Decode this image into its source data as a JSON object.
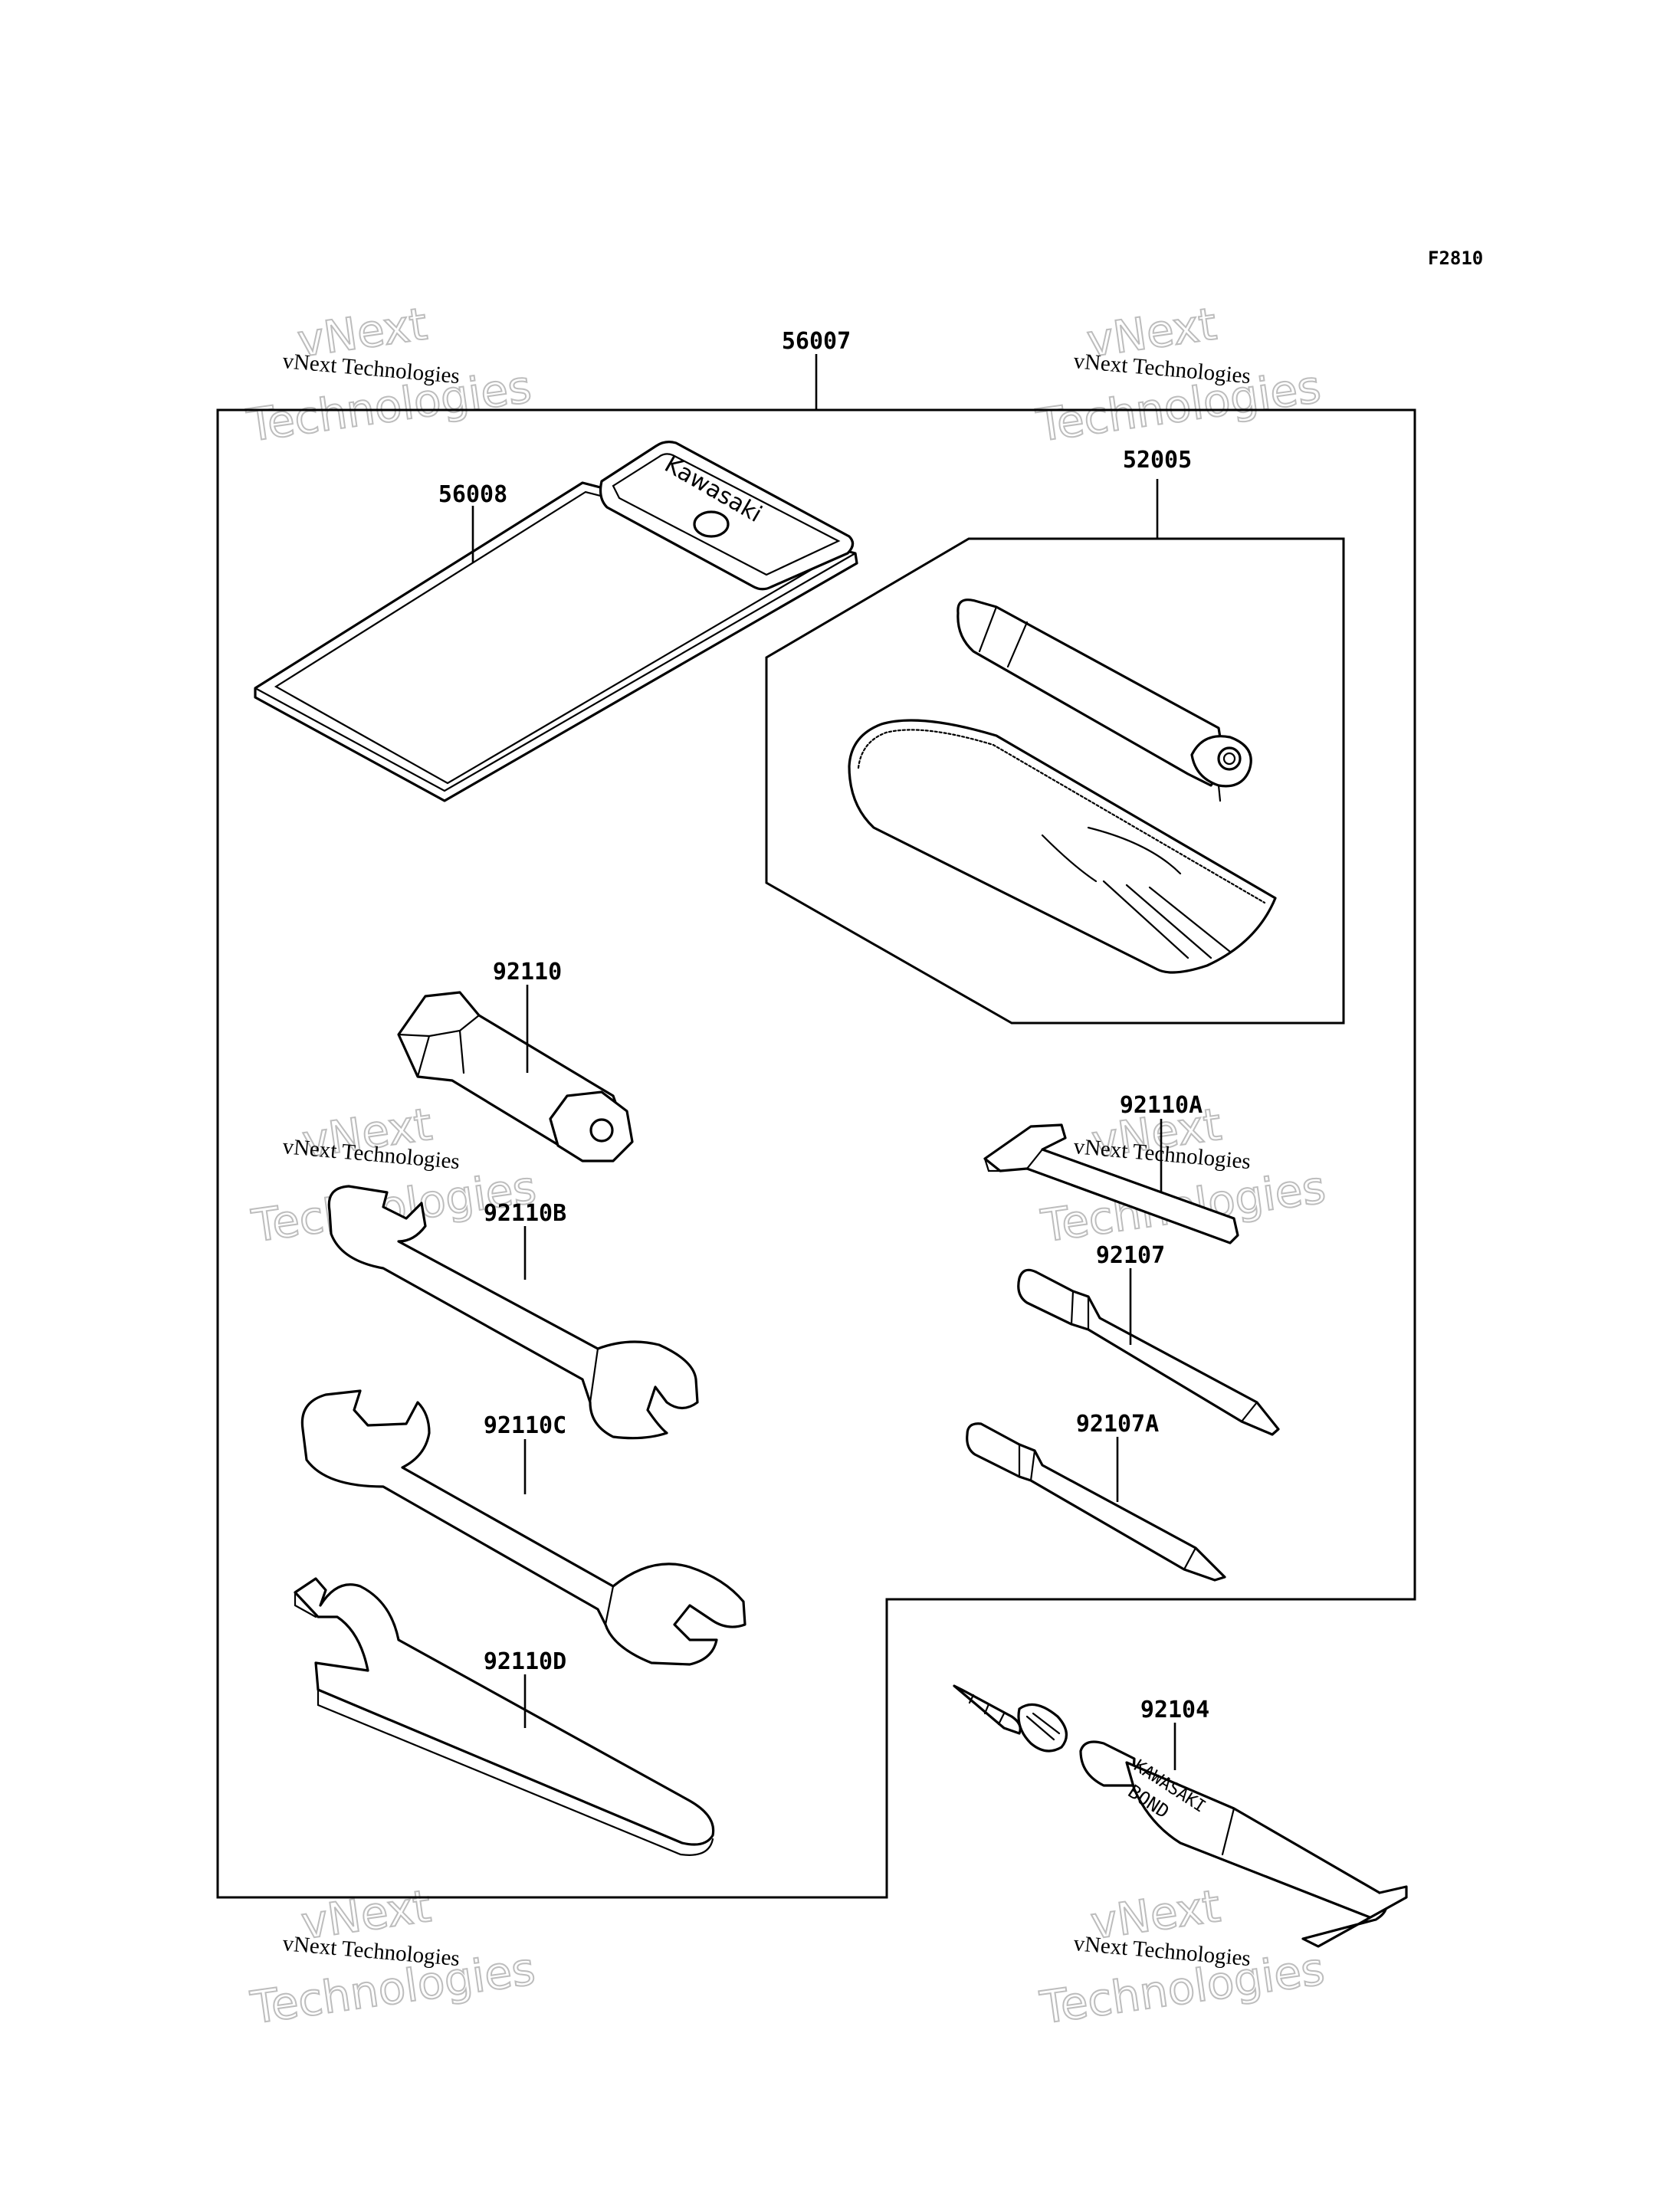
{
  "diagram_code": "F2810",
  "parts": {
    "tool_kit": "56007",
    "tool_bag": "56008",
    "pump_kit": "52005",
    "plug_wrench": "92110",
    "hex_key": "92110A",
    "open_wrench_b": "92110B",
    "open_wrench_c": "92110C",
    "hook_wrench": "92110D",
    "screwdriver": "92107",
    "screwdriver_a": "92107A",
    "bond_tube": "92104"
  },
  "imprints": {
    "bag_brand": "Kawasaki",
    "tube_brand": "KAWASAKI",
    "tube_product": "BOND"
  },
  "watermark": {
    "line": "vNext Technologies",
    "big_1": "vNext",
    "big_2": "Technologies"
  }
}
